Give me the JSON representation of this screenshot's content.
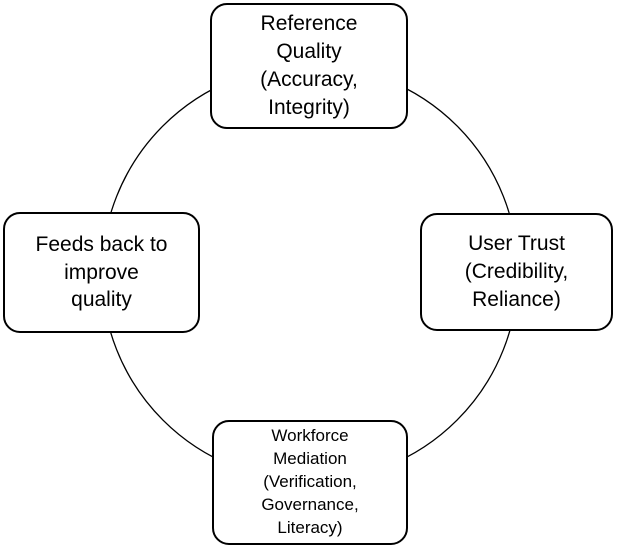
{
  "diagram": {
    "background_color": "#ffffff",
    "stroke_color": "#000000",
    "nodes": {
      "reference_quality": {
        "label": "Reference\nQuality\n(Accuracy,\nIntegrity)"
      },
      "user_trust": {
        "label": "User Trust\n(Credibility,\nReliance)"
      },
      "workforce_mediation": {
        "label": "Workforce\nMediation\n(Verification,\nGovernance,\nLiteracy)"
      },
      "feedback": {
        "label": "Feeds back to\nimprove\nquality"
      }
    }
  }
}
